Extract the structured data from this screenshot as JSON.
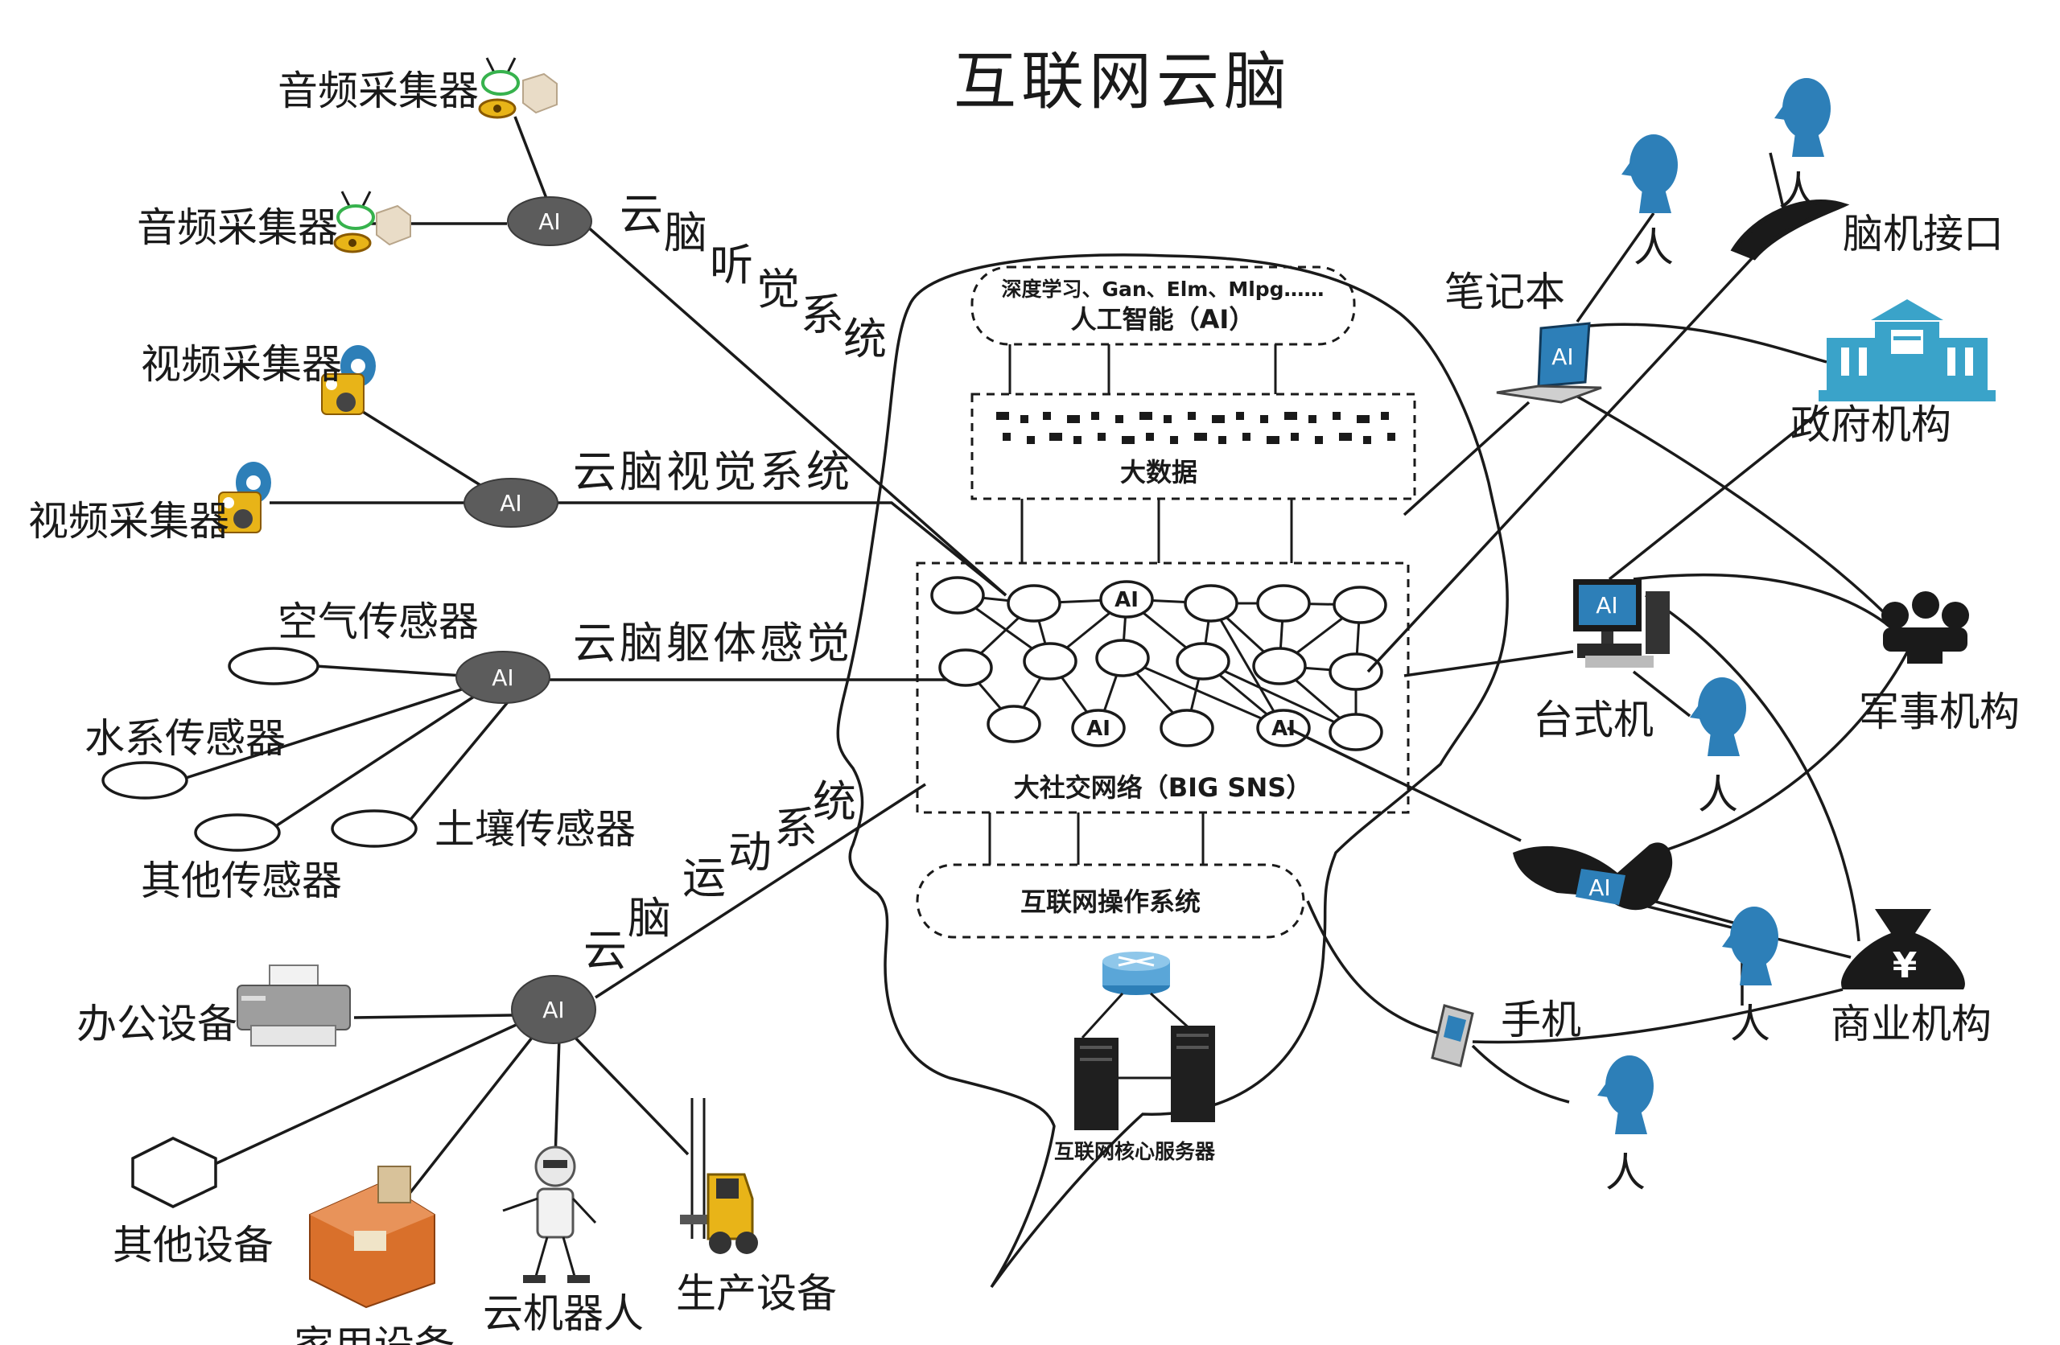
{
  "title": "互联网云脑",
  "hub_label": "AI",
  "systems": {
    "auditory": [
      "云",
      "脑",
      "听",
      "觉",
      "系",
      "统"
    ],
    "visual": "云脑视觉系统",
    "somatic": "云脑躯体感觉",
    "motor": [
      "云",
      "脑",
      "运",
      "动",
      "系",
      "统"
    ]
  },
  "brain": {
    "ai_box_line1": "深度学习、Gan、Elm、Mlpg……",
    "ai_box_line2": "人工智能（AI）",
    "big_data": "大数据",
    "big_sns": "大社交网络（BIG SNS）",
    "os": "互联网操作系统",
    "core_servers": "互联网核心服务器",
    "net_ai_label": "AI"
  },
  "left": {
    "audio_collector_1": "音频采集器",
    "audio_collector_2": "音频采集器",
    "video_collector_1": "视频采集器",
    "video_collector_2": "视频采集器",
    "air_sensor": "空气传感器",
    "water_sensor": "水系传感器",
    "soil_sensor": "土壤传感器",
    "other_sensor": "其他传感器",
    "office_equipment": "办公设备",
    "other_equipment": "其他设备",
    "home_equipment": "家用设备",
    "cloud_robot": "云机器人",
    "production_equipment": "生产设备"
  },
  "right": {
    "laptop": "笔记本",
    "bci": "脑机接口",
    "government": "政府机构",
    "desktop": "台式机",
    "military": "军事机构",
    "phone": "手机",
    "business": "商业机构",
    "person": "人",
    "device_ai": "AI",
    "yen": "¥"
  },
  "colors": {
    "line": "#1a1a1a",
    "hub": "#5c5c5c",
    "person": "#2d7fb8",
    "government": "#3aa3c9",
    "home_box": "#d9702b",
    "forklift": "#e8b418"
  }
}
